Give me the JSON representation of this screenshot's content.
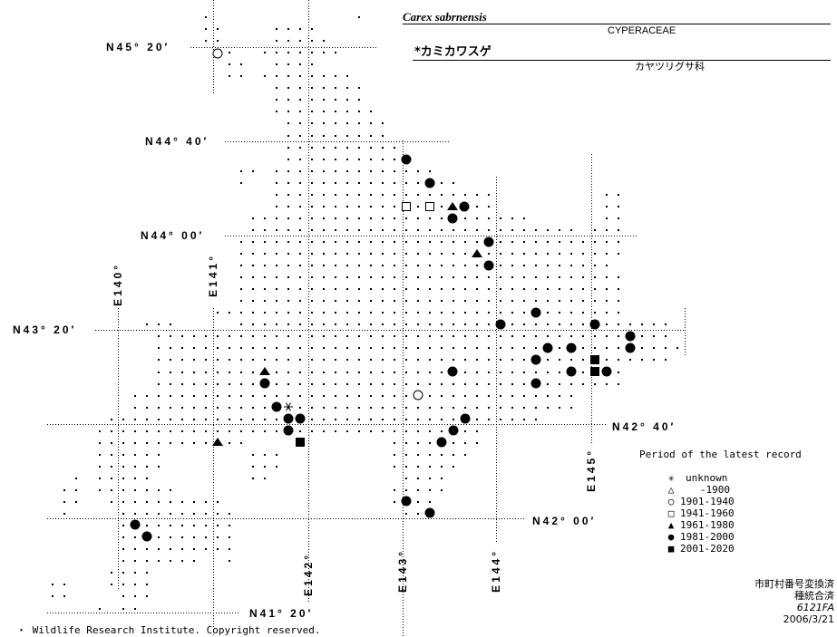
{
  "header": {
    "scientific_name": "Carex sabrnensis",
    "family_latin": "CYPERACEAE",
    "japanese_name": "*カミカワスゲ",
    "family_japanese": "カヤツリグサ科"
  },
  "grid_labels": {
    "lat_45_20": "N45° 20′",
    "lat_44_40": "N44° 40′",
    "lat_44_00": "N44° 00′",
    "lat_43_20": "N43° 20′",
    "lat_42_40": "N42° 40′",
    "lat_42_00": "N42° 00′",
    "lat_41_20": "N41° 20′",
    "lon_140": "E140°",
    "lon_141": "E141°",
    "lon_142": "E142°",
    "lon_143": "E143°",
    "lon_144": "E144°",
    "lon_145": "E145°"
  },
  "legend": {
    "title": "Period of the latest record",
    "items": [
      {
        "symbol": "✳",
        "label": "unknown"
      },
      {
        "symbol": "△",
        "label": "-1900"
      },
      {
        "symbol": "○",
        "label": "1901-1940"
      },
      {
        "symbol": "□",
        "label": "1941-1960"
      },
      {
        "symbol": "▲",
        "label": "1961-1980"
      },
      {
        "symbol": "●",
        "label": "1981-2000"
      },
      {
        "symbol": "■",
        "label": "2001-2020"
      }
    ]
  },
  "footer": {
    "status_1": "市町村番号変換済",
    "status_2": "種統合済",
    "code": "6121FA",
    "date": "2006/3/21",
    "copyright": "・ Wildlife Research Institute. Copyright reserved."
  }
}
